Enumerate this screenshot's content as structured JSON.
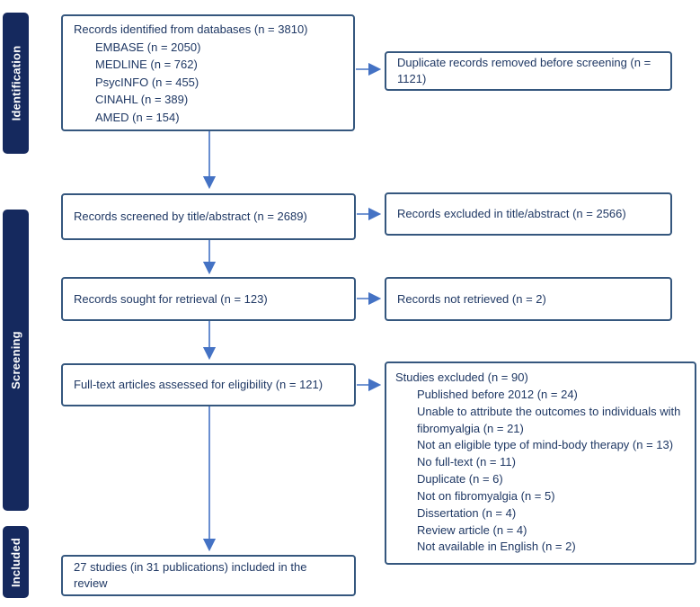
{
  "palette": {
    "sidebar_bg": "#15295E",
    "sidebar_text": "#FFFFFF",
    "box_border": "#35577E",
    "text": "#1F3864",
    "arrow": "#4472C4",
    "background": "#FFFFFF"
  },
  "sidebar": {
    "stages": [
      {
        "label": "Identification"
      },
      {
        "label": "Screening"
      },
      {
        "label": "Included"
      }
    ]
  },
  "boxes": {
    "records_identified": {
      "title": "Records identified from databases (n = 3810)",
      "sources": [
        "EMBASE (n = 2050)",
        "MEDLINE (n = 762)",
        "PsycINFO (n = 455)",
        "CINAHL (n = 389)",
        "AMED (n = 154)"
      ]
    },
    "duplicates_removed": {
      "text": "Duplicate records removed before screening (n = 1121)"
    },
    "records_screened": {
      "text": "Records screened by title/abstract (n = 2689)"
    },
    "records_excluded": {
      "text": "Records excluded in title/abstract (n = 2566)"
    },
    "records_sought": {
      "text": "Records sought for retrieval (n = 123)"
    },
    "records_not_retrieved": {
      "text": "Records not retrieved (n = 2)"
    },
    "fulltext_assessed": {
      "text": "Full-text articles assessed for eligibility (n = 121)"
    },
    "studies_excluded": {
      "title": "Studies excluded (n = 90)",
      "reasons": [
        "Published before 2012 (n = 24)",
        "Unable to attribute the outcomes to individuals with fibromyalgia (n = 21)",
        "Not an eligible type of mind-body therapy (n = 13)",
        "No full-text (n = 11)",
        "Duplicate (n = 6)",
        "Not on fibromyalgia (n = 5)",
        "Dissertation (n = 4)",
        "Review article (n = 4)",
        "Not available in English (n = 2)"
      ]
    },
    "included": {
      "text": "27 studies (in 31 publications) included in the review"
    }
  }
}
